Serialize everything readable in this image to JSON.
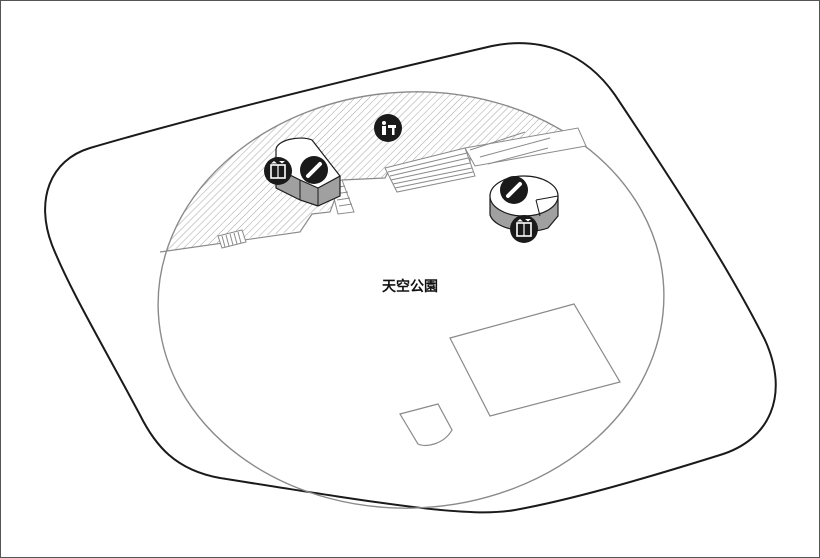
{
  "map": {
    "area_label": "天空公園",
    "colors": {
      "outline": "#1a1a1a",
      "inner_outline": "#8a8a8a",
      "hatch": "#9a9a9a",
      "icon": "#1a1a1a"
    },
    "icons": [
      {
        "name": "elevator-icon-left"
      },
      {
        "name": "escalator-icon-left"
      },
      {
        "name": "restroom-icon"
      },
      {
        "name": "escalator-icon-right"
      },
      {
        "name": "elevator-icon-right"
      }
    ]
  }
}
